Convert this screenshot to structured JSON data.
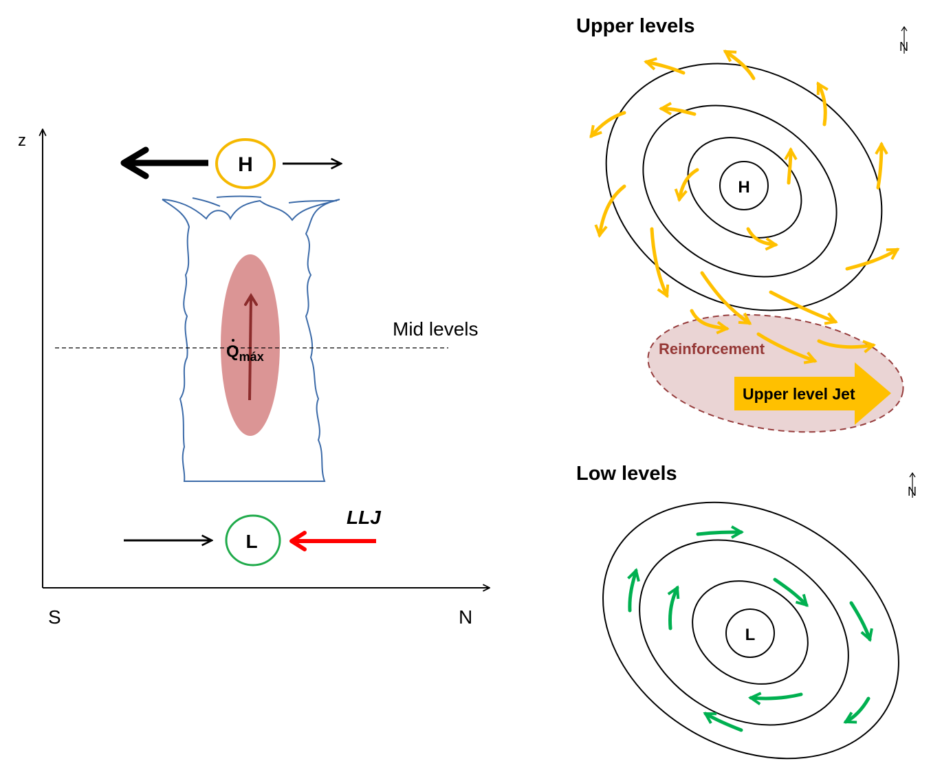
{
  "colors": {
    "high_outline": "#f5b800",
    "low_outline": "#1faa4a",
    "llj_arrow": "#ff0000",
    "cloud_outline": "#3b6aa8",
    "heating_fill": "#d98f8f",
    "heating_arrow": "#8b2b2b",
    "upper_flow": "#ffc000",
    "low_flow": "#00b050",
    "reinforcement_fill": "#ead4d4",
    "reinforcement_border": "#963c3c",
    "reinforcement_text": "#953735"
  },
  "cross_section": {
    "z_axis_label": "z",
    "south_label": "S",
    "north_label": "N",
    "high_label": "H",
    "low_label": "L",
    "llj_label": "LLJ",
    "mid_levels_label": "Mid levels",
    "heating_label_main": "Q",
    "heating_label_sub": "máx"
  },
  "upper_panel": {
    "title": "Upper levels",
    "north_label": "N",
    "center_label": "H",
    "reinforcement_label": "Reinforcement",
    "jet_label": "Upper level Jet"
  },
  "low_panel": {
    "title": "Low levels",
    "north_label": "N",
    "center_label": "L"
  }
}
